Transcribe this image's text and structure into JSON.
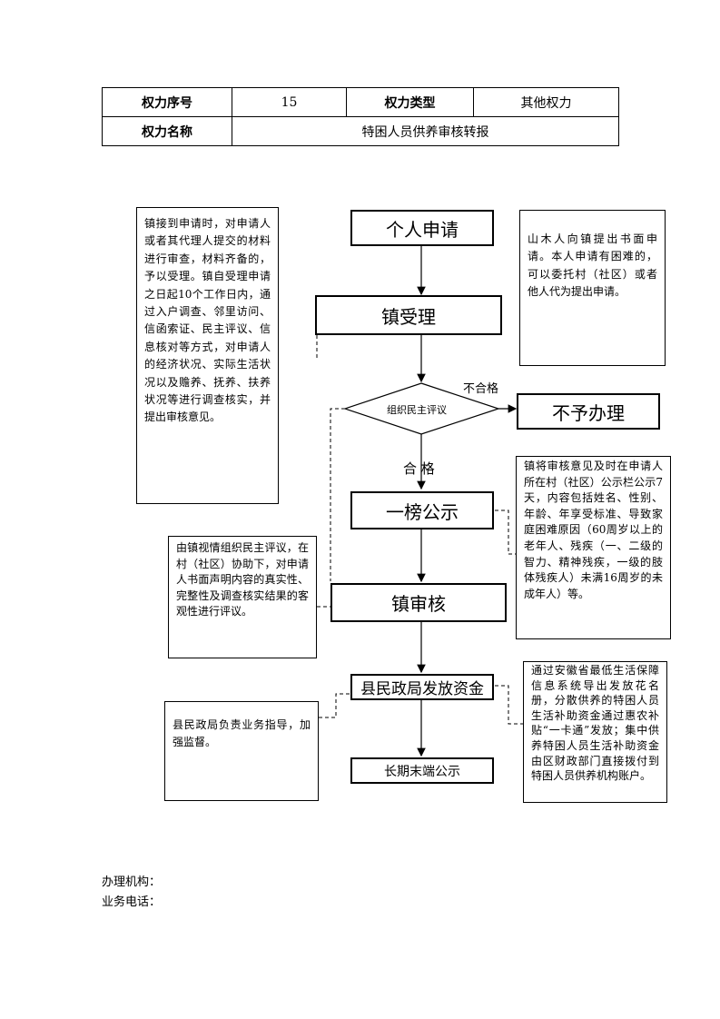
{
  "header": {
    "power_no_label": "权力序号",
    "power_no_value": "15",
    "power_type_label": "权力类型",
    "power_type_value": "其他权力",
    "power_name_label": "权力名称",
    "power_name_value": "特困人员供养审核转报"
  },
  "flow": {
    "step_apply": "个人申请",
    "step_accept": "镇受理",
    "step_evaluate": "组织民主评议",
    "step_reject": "不予办理",
    "label_fail": "不合格",
    "label_pass": "合 格",
    "step_publicity": "一榜公示",
    "step_town_review": "镇审核",
    "step_county_fund": "县民政局发放资金",
    "step_long_publicity": "长期末端公示"
  },
  "notes": {
    "accept_note": "镇接到申请时，对申请人或者其代理人提交的材料进行审查，材料齐备的，予以受理。镇自受理申请之日起10个工作日内，通过入户调查、邻里访问、信函索证、民主评议、信息核对等方式，对申请人的经济状况、实际生活状况以及赡养、抚养、扶养状况等进行调查核实，并提出审核意见。",
    "apply_note": "山木人向镇提出书面申请。本人申请有困难的，可以委托村（社区）或者他人代为提出申请。",
    "publicity_note": "镇将审核意见及时在申请人所在村（社区）公示栏公示7天，内容包括姓名、性别、年龄、年享受标准、导致家庭困难原因（60周岁以上的老年人、残疾（一、二级的智力、精神残疾，一级的肢体残疾人）未满16周岁的未成年人）等。",
    "evaluate_note": "由镇视情组织民主评议，在村（社区）协助下，对申请人书面声明内容的真实性、完整性及调查核实结果的客观性进行评议。",
    "county_note": "县民政局负责业务指导，加强监督。",
    "fund_note": "通过安徽省最低生活保障信息系统导出发放花名册，分散供养的特困人员生活补助资金通过惠农补贴“一卡通”发放；集中供养特困人员生活补助资金由区财政部门直接拨付到特困人员供养机构账户。"
  },
  "footer": {
    "agency_label": "办理机构：",
    "phone_label": "业务电话："
  }
}
